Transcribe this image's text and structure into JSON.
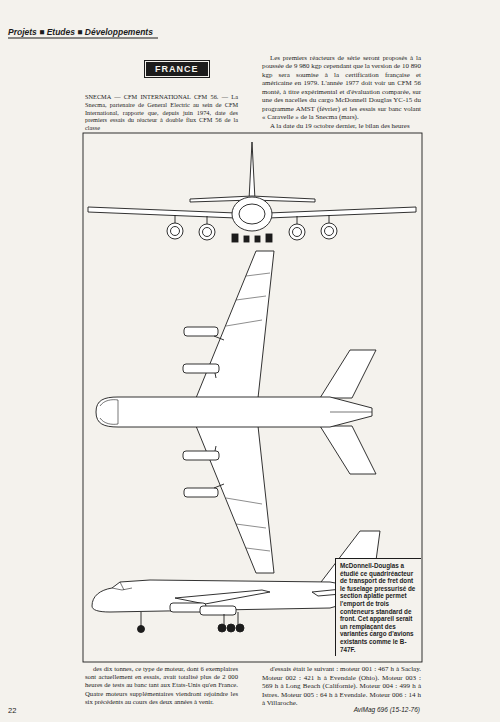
{
  "diagram": {
    "nodes": [
      {
        "text": [
          "FRANCE"
        ]
      },
      {
        "text": [
          "McDonnell-Douglas a étudié ce quadriréacteur de transport de fret dont le fuselage pressurisé de section aplatie permet l'emport de trois conteneurs standard de front. Cet appareil serait un remplaçant des variantes cargo d'avions existants comme le B-747F."
        ]
      }
    ],
    "labels": [
      "Projets ■ Etudes ■ Développements",
      "SNECMA — CFM INTERNATIONAL CFM 56. — La Snecma, partenaire de General Electric au sein de CFM International, rapporte que, depuis juin 1974, date des premiers essais du réacteur à double flux CFM 56 de la classe",
      "Les premiers réacteurs de série seront proposés à la poussée de 9 980 kgp cependant que la version de 10 890 kgp sera soumise à la certification française et américaine en 1979. L'année 1977 doit voir un CFM 56 monté, à titre expérimental et d'évaluation comparée, sur une des nacelles du cargo McDonnell Douglas YC-15 du programme AMST (février) et les essais sur banc volant « Caravelle » de la Snecma (mars).",
      "A la date du 19 octobre dernier, le bilan des heures",
      "des dix tonnes, ce type de moteur, dont 6 exemplaires sont actuellement en essais, avait totalisé plus de 2 000 heures de tests au banc tant aux Etats-Unis qu'en France. Quatre moteurs supplémentaires viendront rejoindre les six précédents au cours des deux années à venir.",
      "d'essais était le suivant : moteur 001 : 467 h à Saclay. Moteur 002 : 421 h à Evendale (Ohio). Moteur 003 : 569 h à Long Beach (Californie). Moteur 004 : 499 h à Istres. Moteur 005 : 64 h à Evendale. Moteur 006 : 14 h à Villaroche.",
      "22",
      "AviMag 696 (15-12-76)"
    ]
  }
}
